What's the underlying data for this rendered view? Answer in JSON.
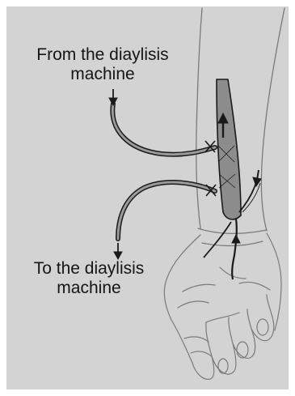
{
  "labels": {
    "from_line1": "From the diaylisis",
    "from_line2": "machine",
    "to_line1": "To the diaylisis",
    "to_line2": "machine"
  },
  "colors": {
    "background": "#d3d3d3",
    "outline": "#1a1a1a",
    "sketch": "#7a7a7a",
    "vessel_fill": "#8c8c8c"
  },
  "icons": {
    "arrow_up": "arrow-up-icon",
    "arrow_down": "arrow-down-icon"
  }
}
